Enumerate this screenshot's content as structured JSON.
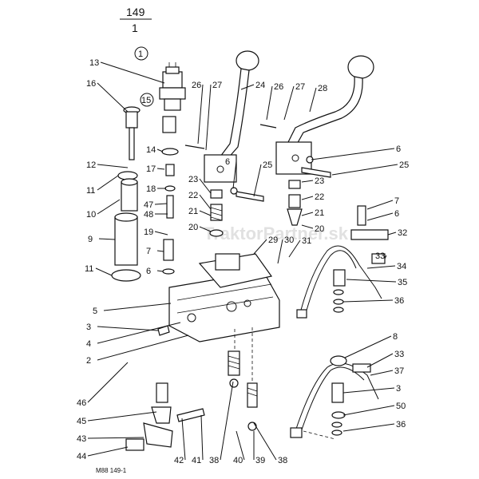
{
  "header": {
    "page_number": "149",
    "sub_number": "1",
    "detail_mark": "1",
    "inset_mark": "15"
  },
  "watermark": {
    "text": "TraktorPartner.sk"
  },
  "footer": {
    "code": "M88 149-1"
  },
  "callouts": [
    "13",
    "16",
    "12",
    "11",
    "10",
    "9",
    "11",
    "14",
    "17",
    "18",
    "47",
    "48",
    "19",
    "7",
    "6",
    "26",
    "27",
    "24",
    "26",
    "27",
    "28",
    "23",
    "22",
    "21",
    "20",
    "6",
    "25",
    "23",
    "22",
    "21",
    "20",
    "29",
    "30",
    "31",
    "6",
    "25",
    "7",
    "6",
    "32",
    "33",
    "34",
    "35",
    "36",
    "5",
    "3",
    "4",
    "2",
    "46",
    "45",
    "43",
    "44",
    "42",
    "41",
    "38",
    "40",
    "39",
    "38",
    "8",
    "33",
    "37",
    "3",
    "50",
    "36"
  ]
}
